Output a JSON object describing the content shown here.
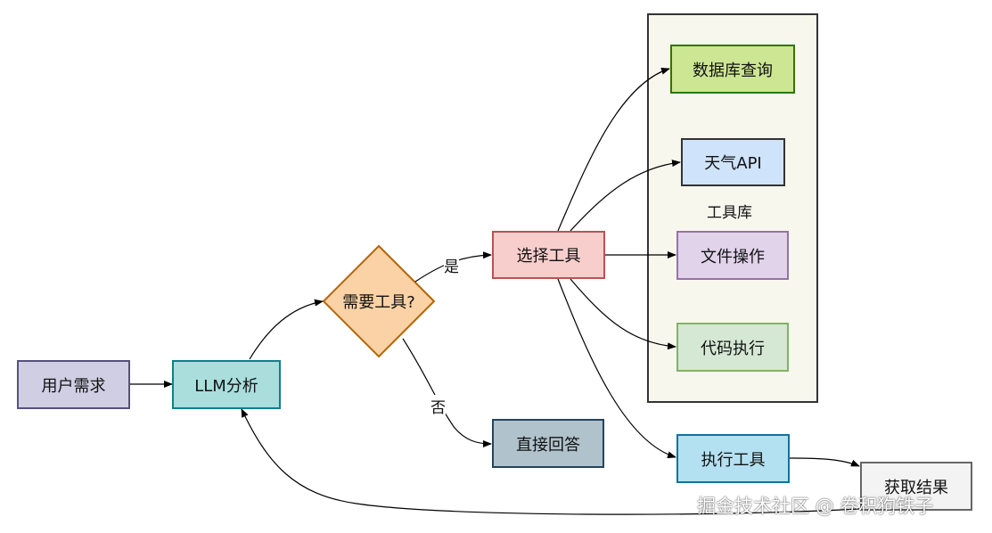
{
  "diagram": {
    "nodes": {
      "user_need": "用户需求",
      "llm_analysis": "LLM分析",
      "need_tool": "需要工具?",
      "choose_tool": "选择工具",
      "direct_answer": "直接回答",
      "db_query": "数据库查询",
      "weather_api": "天气API",
      "file_ops": "文件操作",
      "code_exec": "代码执行",
      "exec_tool": "执行工具",
      "get_result": "获取结果"
    },
    "tool_library_label": "工具库",
    "edge_labels": {
      "yes": "是",
      "no": "否"
    }
  },
  "watermark": "掘金技术社区 @ 卷积狗铁子",
  "colors": {
    "user_need": "#d0cee3",
    "llm_analysis": "#a9dedc",
    "need_tool": "#fad2a5",
    "choose_tool": "#f8cecc",
    "direct_answer": "#b0c2cc",
    "db_query": "#cde694",
    "weather_api": "#cfe3fa",
    "file_ops": "#e0d3ea",
    "code_exec": "#d5e8d4",
    "exec_tool": "#b4e1f2",
    "get_result": "#f3f3f3",
    "tool_library_bg": "#f8f7ee"
  }
}
